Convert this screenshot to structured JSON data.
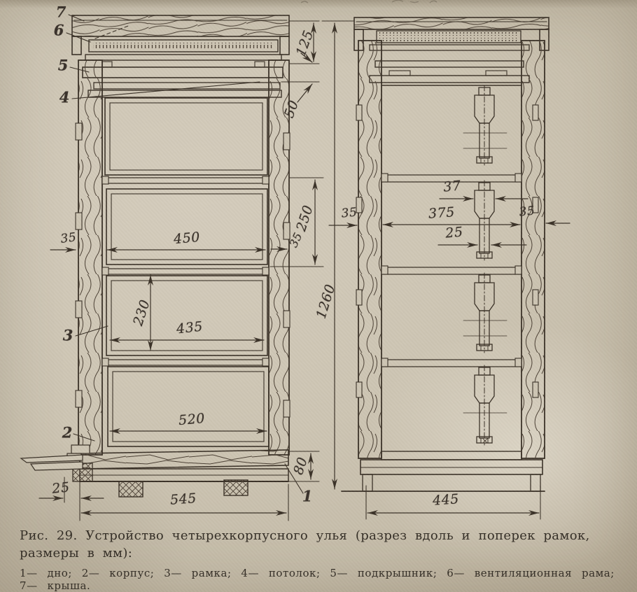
{
  "figure": {
    "caption_line1": "Рис. 29. Устройство четырехкорпусного улья (разрез вдоль и поперек рамок,",
    "caption_line2": "размеры в мм):",
    "legend_line1": "1— дно; 2— корпус; 3— рамка; 4— потолок; 5— подкрышник; 6— вентиляционная рама;",
    "legend_line2": "7— крыша."
  },
  "left_view": {
    "part_labels": {
      "p1": "1",
      "p2": "2",
      "p3": "3",
      "p4": "4",
      "p5": "5",
      "p6": "6",
      "p7": "7"
    },
    "dims": {
      "d125": "125",
      "d50": "50",
      "d250": "250",
      "d35_right": "35",
      "d35_left": "35",
      "d450": "450",
      "d230": "230",
      "d435": "435",
      "d520": "520",
      "d80": "80",
      "d25": "25",
      "d545": "545"
    }
  },
  "right_view": {
    "dims": {
      "d1260": "1260",
      "d37": "37",
      "d375": "375",
      "d35_left": "35",
      "d35_right": "35",
      "d25": "25",
      "d445": "445"
    }
  },
  "colors": {
    "paper": "#cdc5b3",
    "ink": "#3a3127"
  }
}
